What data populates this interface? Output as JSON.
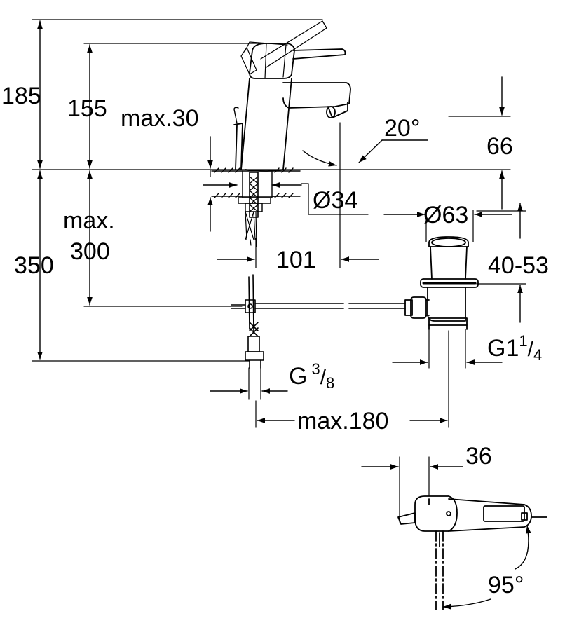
{
  "labels": {
    "h185": "185",
    "h155": "155",
    "max30": "max.30",
    "angle20": "20°",
    "h66": "66",
    "d34": "Ø34",
    "d63": "Ø63",
    "max": "max.",
    "v300": "300",
    "h350": "350",
    "w101": "101",
    "r4053": "40-53",
    "g114_main": "G1",
    "g114_num": "1",
    "g114_den": "4",
    "g38_main": "G",
    "g38_num": "3",
    "g38_den": "8",
    "max180": "max.180",
    "w36": "36",
    "angle95": "95°"
  },
  "colors": {
    "line": "#000000",
    "background": "#ffffff"
  }
}
